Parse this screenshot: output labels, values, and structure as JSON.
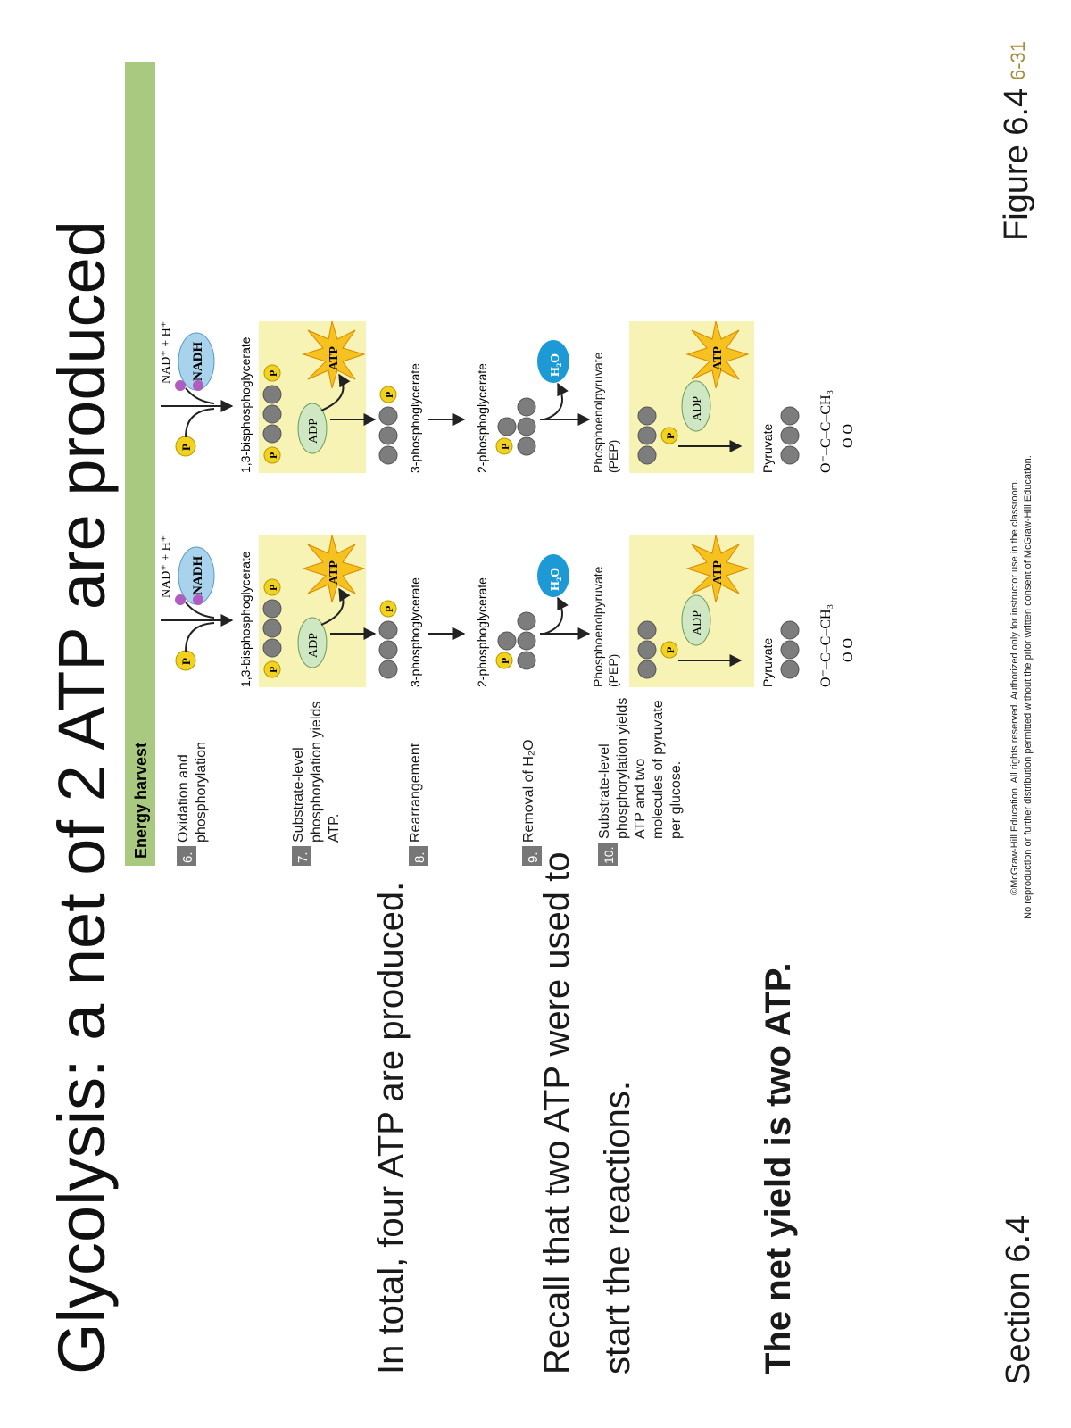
{
  "title": "Glycolysis: a net of 2 ATP are produced",
  "bullets": [
    "In total, four ATP are produced.",
    "Recall that two ATP were used to start the reactions.",
    "The net yield is two ATP."
  ],
  "footer": {
    "section": "Section 6.4",
    "figure": "Figure 6.4",
    "slide_number": "6-31",
    "copyright_line1": "©McGraw-Hill Education. All rights reserved. Authorized only for instructor use in the classroom.",
    "copyright_line2": "No reproduction or further distribution permitted without the prior written consent of McGraw-Hill Education."
  },
  "diagram": {
    "header": "Energy harvest",
    "colors": {
      "header_bar": "#a8c97f",
      "yellow_box": "#f6f3b5",
      "phosphate": "#f2d21e",
      "nadh": "#a9d2ec",
      "adp": "#cfe8c3",
      "atp": "#f6c21f",
      "water": "#1d9ad6",
      "carbon": "#7d7d7d",
      "purple": "#b05cc0"
    },
    "steps": [
      {
        "num": "6.",
        "label": "Oxidation and phosphorylation"
      },
      {
        "num": "7.",
        "label": "Substrate-level phosphorylation yields ATP."
      },
      {
        "num": "8.",
        "label": "Rearrangement"
      },
      {
        "num": "9.",
        "label": "Removal of H₂O"
      },
      {
        "num": "10.",
        "label": "Substrate-level phosphorylation yields ATP and two molecules of pyruvate per glucose."
      }
    ],
    "molecules": {
      "bpg": "1,3-bisphosphoglycerate",
      "pg3": "3-phosphoglycerate",
      "pg2": "2-phosphoglycerate",
      "pep": "Phosphoenolpyruvate (PEP)",
      "pyruvate": "Pyruvate",
      "pyruvate_formula": "O⁻–C–C–CH₃",
      "pyruvate_oxygens": "O      O"
    },
    "cofactors": {
      "p": "P",
      "nad": "NAD⁺ + H⁺",
      "nadh": "NADH",
      "adp": "ADP",
      "atp": "ATP",
      "water": "H₂O"
    }
  }
}
